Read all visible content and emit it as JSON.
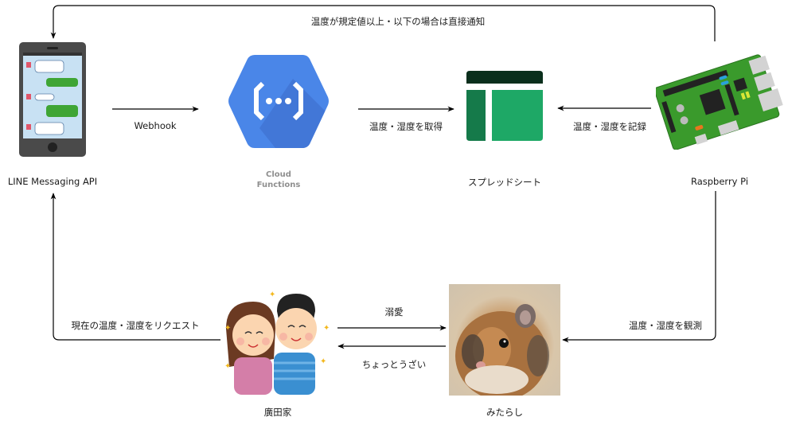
{
  "nodes": {
    "line": {
      "label": "LINE Messaging API",
      "icon": "smartphone-chat-icon"
    },
    "cloud_functions": {
      "label_line1": "Cloud",
      "label_line2": "Functions",
      "icon": "cloud-functions-icon"
    },
    "spreadsheet": {
      "label": "スプレッドシート",
      "icon": "spreadsheet-icon"
    },
    "raspberry_pi": {
      "label": "Raspberry Pi",
      "icon": "raspberry-pi-board-icon"
    },
    "family": {
      "label": "廣田家",
      "icon": "couple-illustration-icon"
    },
    "hamster": {
      "label": "みたらし",
      "icon": "hamster-photo"
    }
  },
  "edges": {
    "direct_notify": "温度が規定値以上・以下の場合は直接通知",
    "webhook": "Webhook",
    "get_temp": "温度・湿度を取得",
    "record_temp": "温度・湿度を記録",
    "request_temp": "現在の温度・湿度をリクエスト",
    "love": "溺愛",
    "annoying": "ちょっとうざい",
    "observe_temp": "温度・湿度を観測"
  },
  "colors": {
    "cf_blue": "#4a86e8",
    "cf_shadow": "#3f71d0",
    "sheet_dark": "#0a2f1c",
    "sheet_mid": "#157a4a",
    "sheet_light": "#1ea866",
    "line_green": "#3fa535"
  }
}
